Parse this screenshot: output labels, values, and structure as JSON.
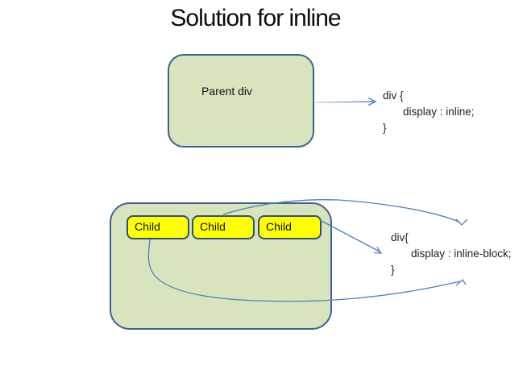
{
  "title": "Solution for inline",
  "parent_section": {
    "label": "Parent div",
    "code": [
      "div {",
      "display : inline;",
      "}"
    ]
  },
  "children_section": {
    "child_labels": [
      "Child",
      "Child",
      "Child"
    ],
    "code": [
      "div{",
      "display : inline-block;",
      "}"
    ]
  },
  "icons": {
    "arrow_parent_to_code": "right-arrow-icon",
    "arrow_child_to_code": "diagonal-arrow-icon",
    "curve_top": "curved-arrow-icon",
    "curve_bottom": "curved-arrow-icon"
  },
  "colors": {
    "container_fill": "#d7e4be",
    "container_border": "#3f6191",
    "child_fill": "#ffff00",
    "child_border": "#2f4f7d",
    "connector_blue": "#4e7fba",
    "connector_light_blue": "#c9d8ea",
    "text": "#1f1f1f",
    "background": "#ffffff"
  }
}
